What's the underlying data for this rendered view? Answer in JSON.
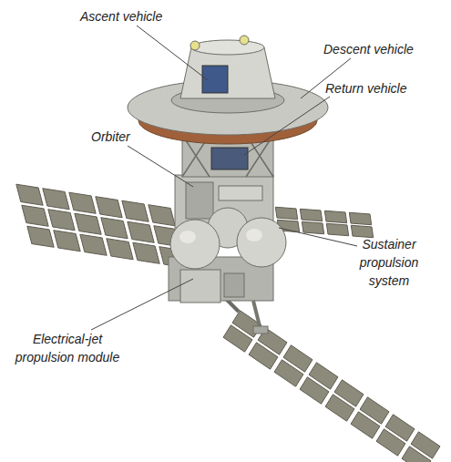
{
  "diagram": {
    "labels": [
      "Ascent vehicle",
      "Descent vehicle",
      "Return vehicle",
      "Orbiter",
      "Sustainer propulsion system",
      "Electrical-jet propulsion module"
    ]
  }
}
